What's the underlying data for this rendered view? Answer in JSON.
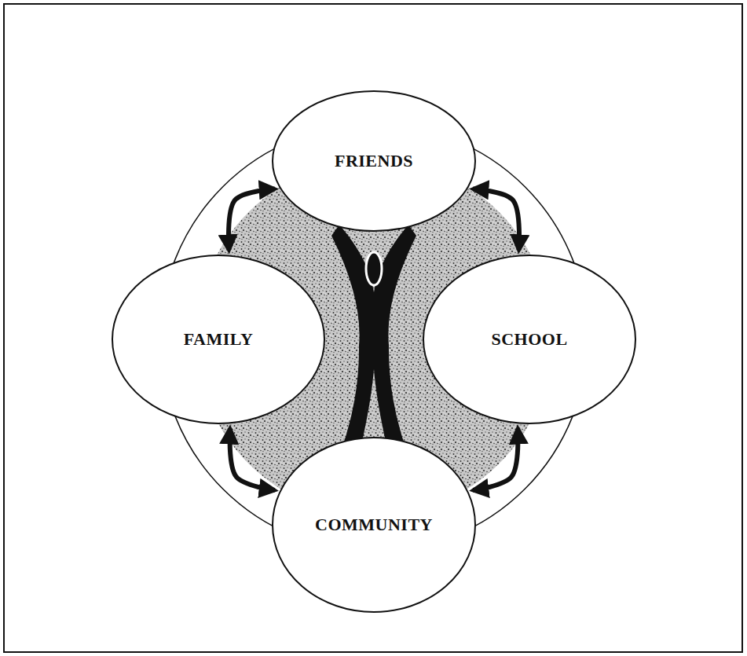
{
  "diagram": {
    "nodes": [
      {
        "text": [
          "FRIENDS"
        ]
      },
      {
        "text": [
          "FAMILY"
        ]
      },
      {
        "text": [
          "SCHOOL"
        ]
      },
      {
        "text": [
          "COMMUNITY"
        ]
      }
    ],
    "edges": [
      {
        "from": 0,
        "to": 2,
        "arrow": "both"
      },
      {
        "from": 2,
        "to": 3,
        "arrow": "both"
      },
      {
        "from": 3,
        "to": 1,
        "arrow": "both"
      },
      {
        "from": 1,
        "to": 0,
        "arrow": "both"
      }
    ]
  }
}
